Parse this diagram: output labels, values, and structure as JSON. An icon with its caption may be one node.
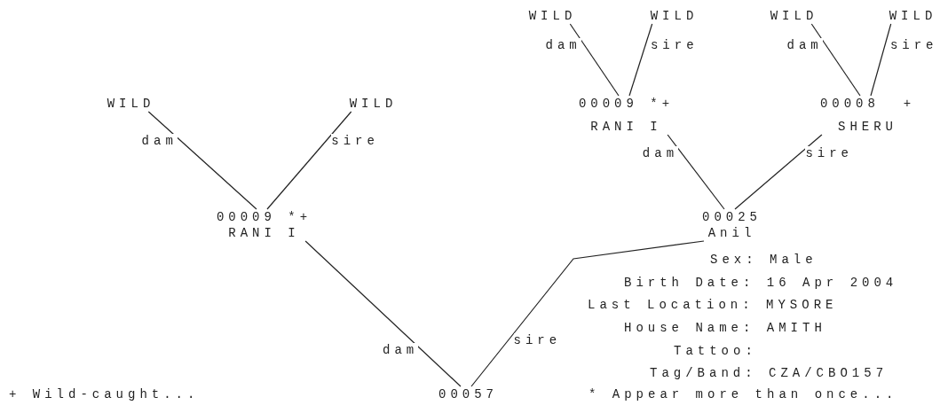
{
  "diagram": {
    "nodes": [
      {
        "text": [
          "WILD"
        ]
      },
      {
        "text": [
          "WILD"
        ]
      },
      {
        "text": [
          "00009 *+",
          "RANI I"
        ]
      },
      {
        "text": [
          "WILD"
        ]
      },
      {
        "text": [
          "WILD"
        ]
      },
      {
        "text": [
          "WILD"
        ]
      },
      {
        "text": [
          "WILD"
        ]
      },
      {
        "text": [
          "00009 *+",
          "RANI I"
        ]
      },
      {
        "text": [
          "00008  +",
          "SHERU"
        ]
      },
      {
        "text": [
          "00025",
          "Anil"
        ]
      },
      {
        "text": [
          "00057"
        ]
      }
    ],
    "edges": [
      {
        "from": 0,
        "to": 2,
        "arrow": "none",
        "label": "dam"
      },
      {
        "from": 1,
        "to": 2,
        "arrow": "none",
        "label": "sire"
      },
      {
        "from": 3,
        "to": 7,
        "arrow": "none",
        "label": "dam"
      },
      {
        "from": 4,
        "to": 7,
        "arrow": "none",
        "label": "sire"
      },
      {
        "from": 5,
        "to": 8,
        "arrow": "none",
        "label": "dam"
      },
      {
        "from": 6,
        "to": 8,
        "arrow": "none",
        "label": "sire"
      },
      {
        "from": 7,
        "to": 9,
        "arrow": "none",
        "label": "dam"
      },
      {
        "from": 8,
        "to": 9,
        "arrow": "none",
        "label": "sire"
      },
      {
        "from": 2,
        "to": 10,
        "arrow": "none",
        "label": "dam"
      },
      {
        "from": 9,
        "to": 10,
        "arrow": "none",
        "label": "sire"
      }
    ],
    "labels": [
      "Sex: Male",
      "Birth Date: 16 Apr 2004",
      "Last Location: MYSORE",
      "House Name: AMITH",
      "Tattoo:",
      "Tag/Band: CZA/CBO157",
      "+ Wild-caught...",
      "* Appear more than once..."
    ]
  }
}
